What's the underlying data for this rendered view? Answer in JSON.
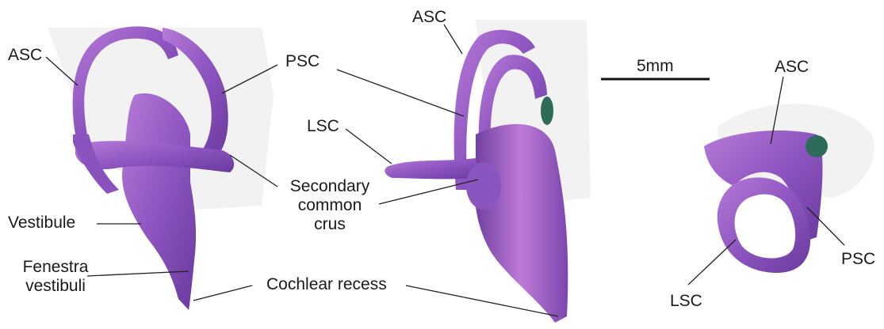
{
  "labels": {
    "left_asc": "ASC",
    "left_psc": "PSC",
    "vestibule": "Vestibule",
    "fenestra_line1": "Fenestra",
    "fenestra_line2": "vestibuli",
    "middle_asc": "ASC",
    "middle_lsc": "LSC",
    "secondary_line1": "Secondary",
    "secondary_line2": "common",
    "secondary_line3": "crus",
    "cochlear_recess": "Cochlear recess",
    "right_asc": "ASC",
    "right_psc": "PSC",
    "right_lsc": "LSC"
  },
  "scale_bar": {
    "label": "5mm"
  },
  "colors": {
    "bone": "#9b5fc6",
    "bone_dark": "#5b2e86",
    "bone_light": "#c07ad8",
    "inner_green": "#2f6b5a",
    "halo": "#eeeeee",
    "leader": "#222222"
  }
}
